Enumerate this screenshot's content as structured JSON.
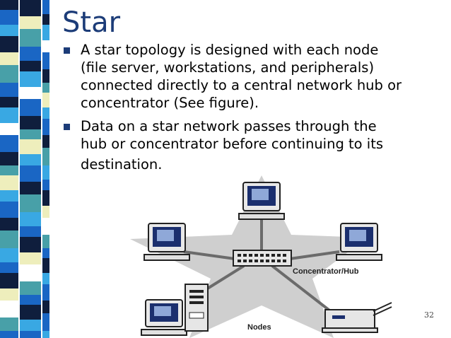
{
  "slide": {
    "title": "Star",
    "bullets": [
      {
        "lines": [
          "A star topology is designed with each node",
          "(file server, workstations, and peripherals)",
          "connected directly to a central network hub or",
          "concentrator (See figure)."
        ]
      },
      {
        "lines": [
          "Data on a star network passes through the",
          "hub or concentrator before continuing to its",
          "destination."
        ]
      }
    ],
    "page_number": "32"
  },
  "diagram": {
    "hub_label": "Concentrator/Hub",
    "nodes_label": "Nodes"
  },
  "colors": {
    "title": "#1c3c78",
    "star_fill": "#cfcfcf",
    "stripe_palette": [
      "#0f1e3d",
      "#1a66c4",
      "#39a8e3",
      "#eeeebc",
      "#48a0a8",
      "#ffffff"
    ]
  },
  "icons": [
    "desktop-computer-icon",
    "tower-server-icon",
    "printer-icon",
    "hub-icon"
  ]
}
